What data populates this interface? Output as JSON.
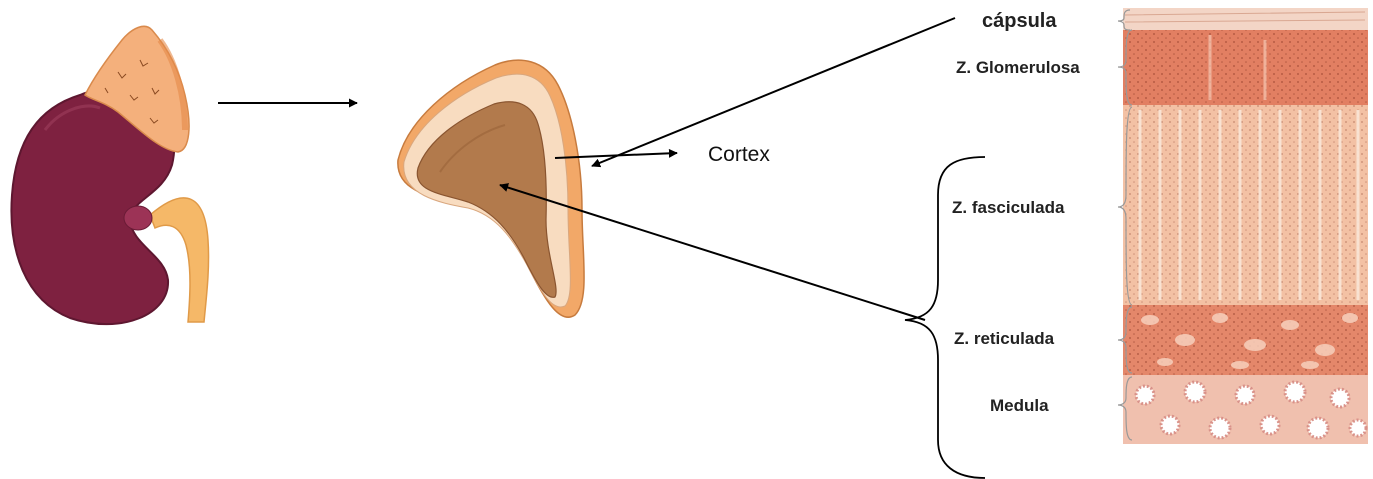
{
  "labels": {
    "cortex": "Cortex",
    "capsula": "cápsula",
    "glomerulosa": "Z. Glomerulosa",
    "fasciculada": "Z. fasciculada",
    "reticulada": "Z. reticulada",
    "medula": "Medula"
  },
  "colors": {
    "kidney": "#7e2140",
    "kidney_dark": "#5e1730",
    "adrenal": "#f4b07c",
    "adrenal_dark": "#e48a4a",
    "ureter": "#f5b868",
    "cortex_pale": "#f8dcc0",
    "medulla": "#b27a4c",
    "medulla_dark": "#8a5530",
    "capsule_layer": "#f3d5c6",
    "glomerulosa_layer": "#e27f62",
    "fasciculata_layer": "#f3c1a4",
    "reticularis_layer": "#e4876a",
    "medulla_layer": "#f0c0ae"
  }
}
